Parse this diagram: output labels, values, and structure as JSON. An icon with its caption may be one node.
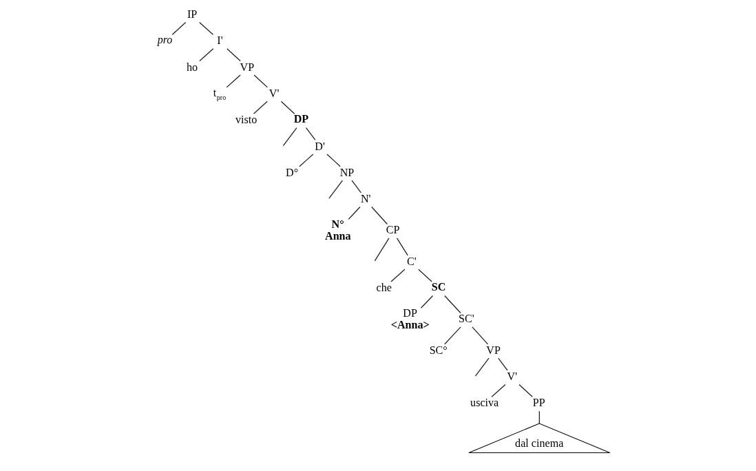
{
  "diagram": {
    "nodes": [
      {
        "text": [
          "IP"
        ]
      },
      {
        "text": [
          "pro"
        ]
      },
      {
        "text": [
          "I'"
        ]
      },
      {
        "text": [
          "ho"
        ]
      },
      {
        "text": [
          "VP"
        ]
      },
      {
        "text": [
          "t$_{pro}$"
        ]
      },
      {
        "text": [
          "V'"
        ]
      },
      {
        "text": [
          "visto"
        ]
      },
      {
        "text": [
          "DP"
        ]
      },
      {
        "text": [
          "D'"
        ]
      },
      {
        "text": [
          "D°"
        ]
      },
      {
        "text": [
          "NP"
        ]
      },
      {
        "text": [
          "N'"
        ]
      },
      {
        "text": [
          "N°",
          "Anna"
        ]
      },
      {
        "text": [
          "CP"
        ]
      },
      {
        "text": [
          "C'"
        ]
      },
      {
        "text": [
          "che"
        ]
      },
      {
        "text": [
          "SC"
        ]
      },
      {
        "text": [
          "DP",
          "<Anna>"
        ]
      },
      {
        "text": [
          "SC'"
        ]
      },
      {
        "text": [
          "SC°"
        ]
      },
      {
        "text": [
          "VP"
        ]
      },
      {
        "text": [
          "V'"
        ]
      },
      {
        "text": [
          "usciva"
        ]
      },
      {
        "text": [
          "PP"
        ]
      },
      {
        "text": [
          "dal cinema"
        ]
      }
    ],
    "edges": [
      {
        "from": 0,
        "to": 1,
        "arrow": "none"
      },
      {
        "from": 0,
        "to": 2,
        "arrow": "none"
      },
      {
        "from": 2,
        "to": 3,
        "arrow": "none"
      },
      {
        "from": 2,
        "to": 4,
        "arrow": "none"
      },
      {
        "from": 4,
        "to": 5,
        "arrow": "none"
      },
      {
        "from": 4,
        "to": 6,
        "arrow": "none"
      },
      {
        "from": 6,
        "to": 7,
        "arrow": "none"
      },
      {
        "from": 6,
        "to": 8,
        "arrow": "none"
      },
      {
        "from": 8,
        "to": null,
        "arrow": "none"
      },
      {
        "from": 8,
        "to": 9,
        "arrow": "none"
      },
      {
        "from": 9,
        "to": 10,
        "arrow": "none"
      },
      {
        "from": 9,
        "to": 11,
        "arrow": "none"
      },
      {
        "from": 11,
        "to": null,
        "arrow": "none"
      },
      {
        "from": 11,
        "to": 12,
        "arrow": "none"
      },
      {
        "from": 12,
        "to": 13,
        "arrow": "none"
      },
      {
        "from": 12,
        "to": 14,
        "arrow": "none"
      },
      {
        "from": 14,
        "to": null,
        "arrow": "none"
      },
      {
        "from": 14,
        "to": 15,
        "arrow": "none"
      },
      {
        "from": 15,
        "to": 16,
        "arrow": "none"
      },
      {
        "from": 15,
        "to": 17,
        "arrow": "none"
      },
      {
        "from": 17,
        "to": 18,
        "arrow": "none"
      },
      {
        "from": 17,
        "to": 19,
        "arrow": "none"
      },
      {
        "from": 19,
        "to": 20,
        "arrow": "none"
      },
      {
        "from": 19,
        "to": 21,
        "arrow": "none"
      },
      {
        "from": 21,
        "to": null,
        "arrow": "none"
      },
      {
        "from": 21,
        "to": 22,
        "arrow": "none"
      },
      {
        "from": 22,
        "to": 23,
        "arrow": "none"
      },
      {
        "from": 22,
        "to": 24,
        "arrow": "none"
      },
      {
        "from": 24,
        "to": 25,
        "arrow": "none"
      }
    ]
  }
}
